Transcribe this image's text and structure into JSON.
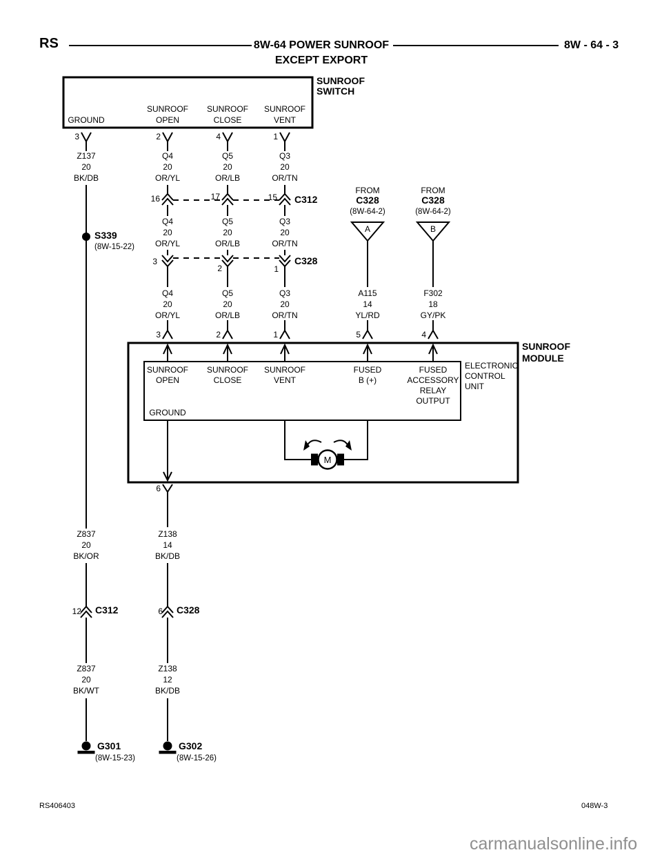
{
  "header": {
    "code": "RS",
    "title": "8W-64 POWER SUNROOF",
    "subtitle": "EXCEPT EXPORT",
    "page_ref": "8W - 64 - 3"
  },
  "sunroof_switch": {
    "name": "SUNROOF\nSWITCH",
    "terminals": [
      {
        "label": "GROUND",
        "pin": "3"
      },
      {
        "label": "SUNROOF\nOPEN",
        "pin": "2"
      },
      {
        "label": "SUNROOF\nCLOSE",
        "pin": "4"
      },
      {
        "label": "SUNROOF\nVENT",
        "pin": "1"
      }
    ]
  },
  "wires": {
    "z137": "Z137\n20\nBK/DB",
    "q4": "Q4\n20\nOR/YL",
    "q5": "Q5\n20\nOR/LB",
    "q3": "Q3\n20\nOR/TN",
    "a115": "A115\n14\nYL/RD",
    "f302": "F302\n18\nGY/PK",
    "z837_upper": "Z837\n20\nBK/OR",
    "z138_upper": "Z138\n14\nBK/DB",
    "z837_lower": "Z837\n20\nBK/WT",
    "z138_lower": "Z138\n12\nBK/DB"
  },
  "connectors": {
    "c312_top": {
      "name": "C312",
      "pins": [
        "16",
        "17",
        "15"
      ]
    },
    "c328_mid": {
      "name": "C328",
      "pins": [
        "3",
        "2",
        "1"
      ]
    },
    "c312_lower": {
      "name": "C312",
      "pin": "12"
    },
    "c328_lower": {
      "name": "C328",
      "pin": "6"
    }
  },
  "splice": {
    "name": "S339",
    "ref": "(8W-15-22)"
  },
  "sources": {
    "a": {
      "from": "FROM",
      "name": "C328",
      "ref": "(8W-64-2)",
      "tag": "A"
    },
    "b": {
      "from": "FROM",
      "name": "C328",
      "ref": "(8W-64-2)",
      "tag": "B"
    }
  },
  "module": {
    "name": "SUNROOF\nMODULE",
    "ecu_label": "ELECTRONIC\nCONTROL\nUNIT",
    "top_pins": [
      "3",
      "2",
      "1",
      "5",
      "4"
    ],
    "bottom_pin": "6",
    "functions": [
      "SUNROOF\nOPEN",
      "SUNROOF\nCLOSE",
      "SUNROOF\nVENT",
      "FUSED\nB (+)",
      "FUSED\nACCESSORY\nRELAY\nOUTPUT"
    ],
    "ground_label": "GROUND",
    "motor_label": "M"
  },
  "grounds": {
    "g301": {
      "name": "G301",
      "ref": "(8W-15-23)"
    },
    "g302": {
      "name": "G302",
      "ref": "(8W-15-26)"
    }
  },
  "footer": {
    "doc_code": "RS406403",
    "sheet_code": "048W-3",
    "watermark": "carmanualsonline.info"
  }
}
